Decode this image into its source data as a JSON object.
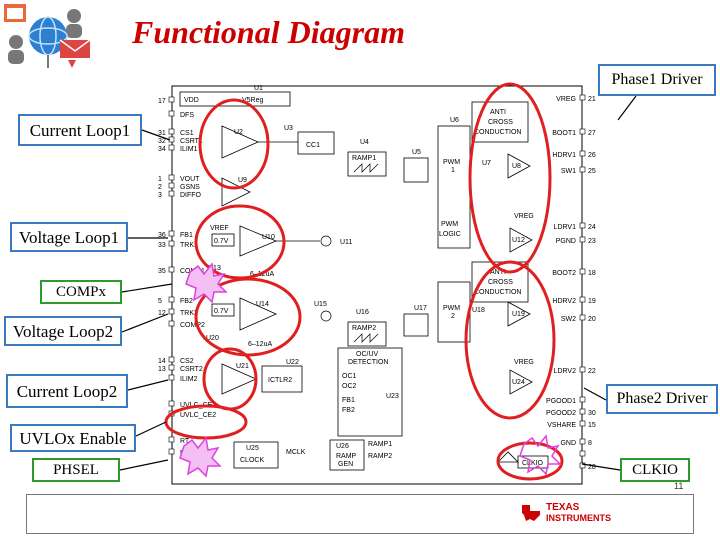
{
  "title": "Functional Diagram",
  "callouts": {
    "phase1_driver": "Phase1 Driver",
    "current_loop1": "Current Loop1",
    "voltage_loop1": "Voltage Loop1",
    "compx": "COMPx",
    "voltage_loop2": "Voltage Loop2",
    "current_loop2": "Current Loop2",
    "phase2_driver": "Phase2 Driver",
    "uvlox_enable": "UVLOx Enable",
    "phsel": "PHSEL",
    "clkio": "CLKIO"
  },
  "schematic": {
    "left_pins": [
      {
        "num": "17",
        "name": "VDD"
      },
      {
        "num": "",
        "name": "DFS"
      },
      {
        "num": "31",
        "name": "CS1"
      },
      {
        "num": "32",
        "name": "CSRT1"
      },
      {
        "num": "34",
        "name": "ILIM1"
      },
      {
        "num": "1",
        "name": "VOUT"
      },
      {
        "num": "2",
        "name": "GSNS"
      },
      {
        "num": "3",
        "name": "DIFFO"
      },
      {
        "num": "36",
        "name": "FB1"
      },
      {
        "num": "33",
        "name": "TRK1"
      },
      {
        "num": "35",
        "name": "COMP1"
      },
      {
        "num": "5",
        "name": "FB2"
      },
      {
        "num": "12",
        "name": "TRK2"
      },
      {
        "num": "",
        "name": "COMP2"
      },
      {
        "num": "14",
        "name": "CS2"
      },
      {
        "num": "13",
        "name": "CSRT2"
      },
      {
        "num": "",
        "name": "ILIM2"
      },
      {
        "num": "",
        "name": "UVLC_CE1"
      },
      {
        "num": "",
        "name": "UVLC_CE2"
      },
      {
        "num": "",
        "name": "RT"
      },
      {
        "num": "",
        "name": "PHSEL"
      }
    ],
    "right_pins": [
      {
        "num": "21",
        "name": "VREG"
      },
      {
        "num": "27",
        "name": "BOOT1"
      },
      {
        "num": "26",
        "name": "HDRV1"
      },
      {
        "num": "25",
        "name": "SW1"
      },
      {
        "num": "24",
        "name": "LDRV1"
      },
      {
        "num": "23",
        "name": "PGND"
      },
      {
        "num": "18",
        "name": "BOOT2"
      },
      {
        "num": "19",
        "name": "HDRV2"
      },
      {
        "num": "20",
        "name": "SW2"
      },
      {
        "num": "22",
        "name": "LDRV2"
      },
      {
        "num": "",
        "name": "PGOOD1"
      },
      {
        "num": "30",
        "name": "PGOOD2"
      },
      {
        "num": "15",
        "name": "VSHARE"
      },
      {
        "num": "8",
        "name": "GND"
      },
      {
        "num": "",
        "name": "CLKIO"
      },
      {
        "num": "28",
        "name": ""
      }
    ],
    "blocks": {
      "u1": "U1",
      "v5reg": "V5Reg",
      "u2": "U2",
      "u3": "U3",
      "u4": "U4",
      "ramp1": "RAMP1",
      "cc1": "CC1",
      "u5": "U5",
      "u6": "U6",
      "pwm1_a": "PWM",
      "pwm1_b": "1",
      "pwm_logic_a": "PWM",
      "pwm_logic_b": "LOGIC",
      "anti_cross1": [
        "ANTI",
        "CROSS",
        "CONDUCTION"
      ],
      "anti_cross2": [
        "ANTI",
        "CROSS",
        "CONDUCTION"
      ],
      "u7": "U7",
      "u8": "U8",
      "u9": "U9",
      "vref": "VREF",
      "ref_07v_1": "0.7V",
      "u10": "U10",
      "u11": "U11",
      "u12": "U12",
      "u13": "U13",
      "current_6_12": "6–12uA",
      "u14": "U14",
      "u15": "U15",
      "u16": "U16",
      "u17": "U17",
      "ref_07v_2": "0.7V",
      "ramp2": "RAMP2",
      "pwm2_a": "PWM",
      "pwm2_b": "2",
      "u18": "U18",
      "u19": "U19",
      "u20": "U20",
      "current_6_12_b": "6–12uA",
      "u21": "U21",
      "u22": "U22",
      "u23": "U23",
      "u24": "U24",
      "u25": "U25",
      "u26": "U26",
      "ictlr2": "ICTLR2",
      "ocuv_a": "OC/UV",
      "ocuv_b": "DETECTION",
      "oc1": "OC1",
      "oc2": "OC2",
      "fb1_out": "FB1",
      "fb2_out": "FB2",
      "mclk": "MCLK",
      "clock": "CLOCK",
      "ramp_gen_a": "RAMP",
      "ramp_gen_b": "GEN",
      "ramp1_out": "RAMP1",
      "ramp2_out": "RAMP2",
      "vreg_label": "VREG",
      "clkio_label": "CLKIO"
    }
  },
  "footer": {
    "brand_line1": "TEXAS",
    "brand_line2": "INSTRUMENTS",
    "page": "11"
  },
  "colors": {
    "title": "#cc0000",
    "callout_border_blue": "#3a7ac0",
    "callout_border_green": "#2c9a2c",
    "red_ellipse": "#e02020",
    "burst": "#e040e0"
  }
}
